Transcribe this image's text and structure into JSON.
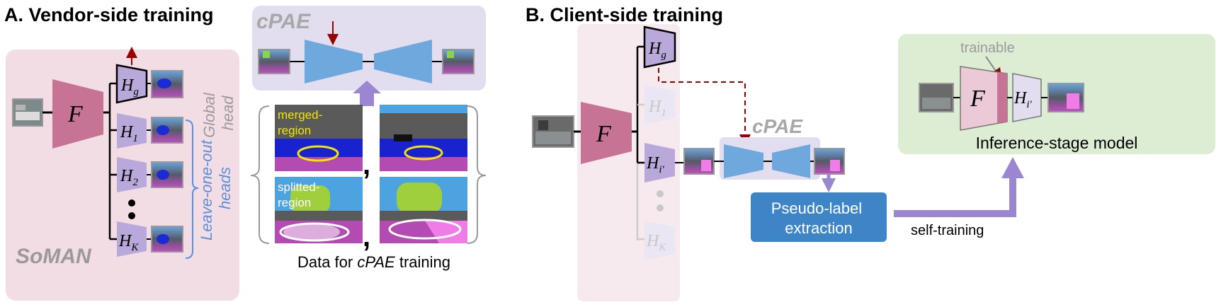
{
  "section_a": {
    "title": "A. Vendor-side training",
    "soman_label": "SoMAN",
    "encoder": "F",
    "global_head": "H",
    "global_head_sub": "g",
    "head_1": "H",
    "head_1_sub": "1",
    "head_2": "H",
    "head_2_sub": "2",
    "head_k": "H",
    "head_k_sub": "K",
    "dots": "•",
    "global_head_label_1": "Global",
    "global_head_label_2": "head",
    "loo_label_1": "Leave-one-out",
    "loo_label_2": "heads",
    "cpae_title": "cPAE",
    "merged_label_1": "merged-",
    "merged_label_2": "region",
    "splitted_label_1": "splitted-",
    "splitted_label_2": "region",
    "comma": ",",
    "caption_prefix": "Data for ",
    "caption_italic": "cPAE",
    "caption_suffix": " training"
  },
  "section_b": {
    "title": "B. Client-side training",
    "encoder": "F",
    "head_g": "H",
    "head_g_sub": "g",
    "head_1": "H",
    "head_1_sub": "1",
    "head_i": "H",
    "head_i_sub": "i′",
    "head_k": "H",
    "head_k_sub": "K",
    "cpae_title": "cPAE",
    "pseudo_label_1": "Pseudo-label",
    "pseudo_label_2": "extraction",
    "self_training": "self-training",
    "trainable": "trainable",
    "inference_encoder": "F",
    "inference_head": "H",
    "inference_head_sub": "i′",
    "inference_label": "Inference-stage model"
  },
  "colors": {
    "pink_panel": "#f3dde4",
    "lavender_panel": "#e2ddef",
    "green_panel": "#dcedd4",
    "encoder_pink": "#c77396",
    "head_purple": "#b9a9da",
    "head_dark_purple": "#9a86c9",
    "cpae_blue": "#6fa8dc",
    "pseudo_blue": "#3d85c6",
    "arrow_purple": "#9b87d1",
    "dark_red": "#990000",
    "label_blue": "#5b8fdb"
  }
}
